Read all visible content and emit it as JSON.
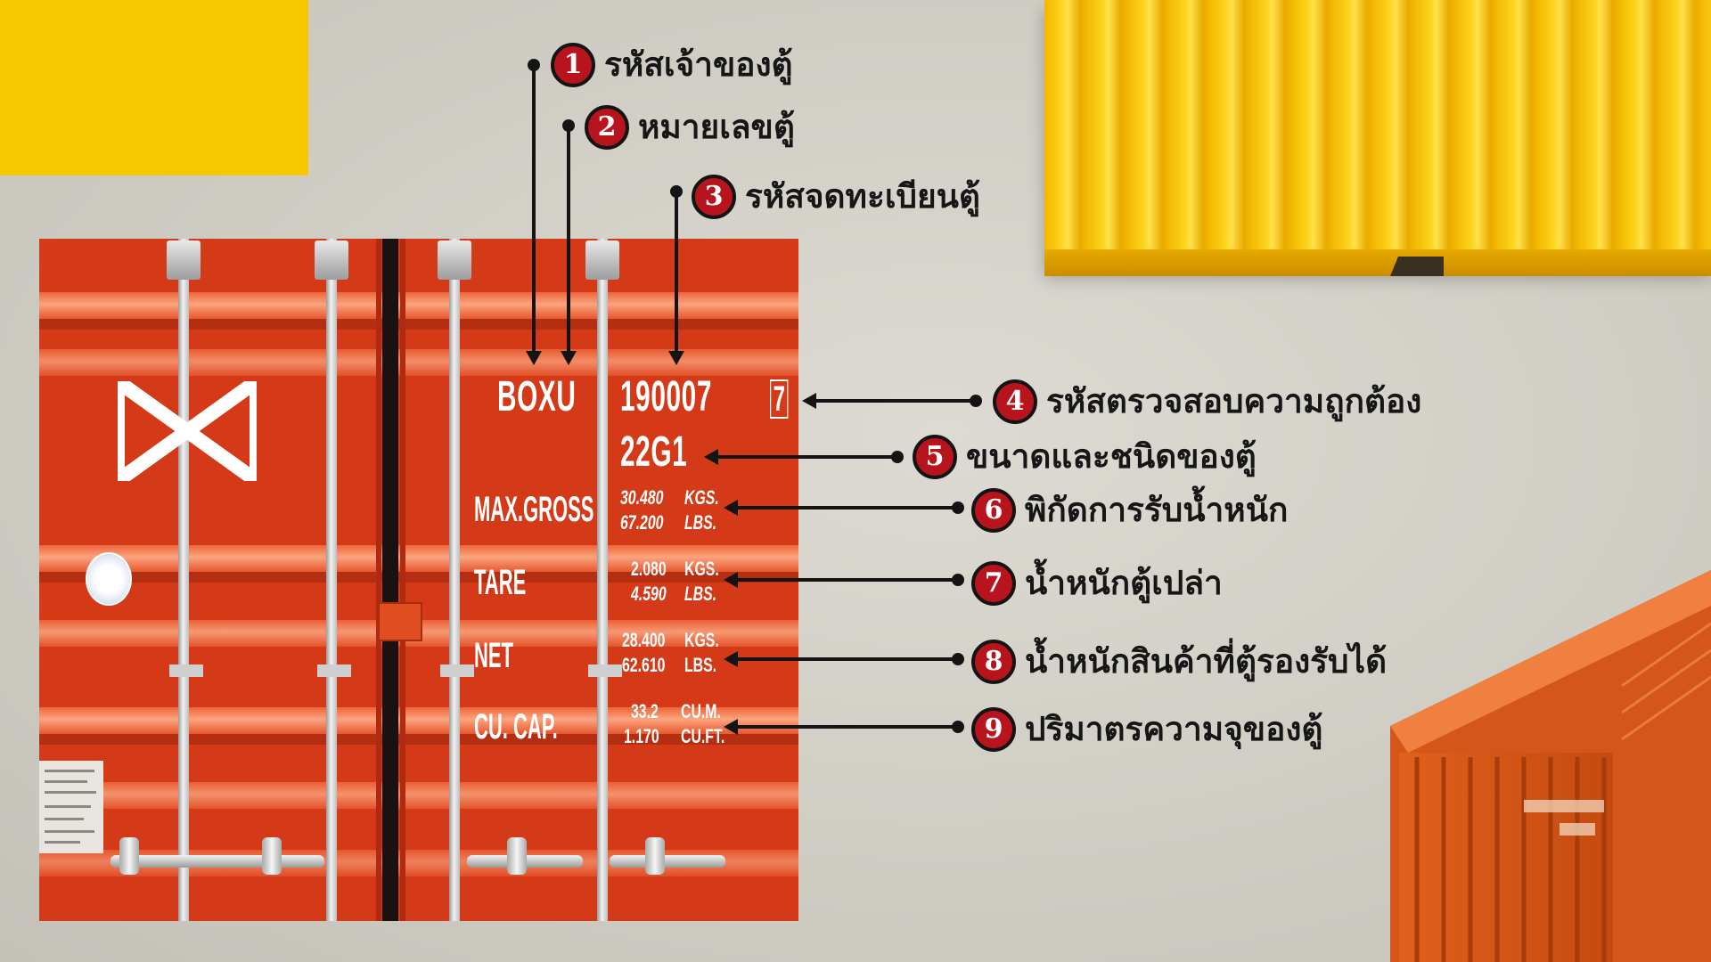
{
  "door_markings": {
    "owner_code": "BOXU",
    "serial_number": "190007",
    "check_digit": "7",
    "size_type": "22G1",
    "max_gross_label": "MAX.GROSS",
    "max_gross_kgs": "30.480",
    "max_gross_lbs": "67.200",
    "tare_label": "TARE",
    "tare_kgs": "2.080",
    "tare_lbs": "4.590",
    "net_label": "NET",
    "net_kgs": "28.400",
    "net_lbs": "62.610",
    "cu_cap_label": "CU. CAP.",
    "cu_cap_cum": "33.2",
    "cu_cap_cuft": "1.170",
    "unit_kgs": "KGS.",
    "unit_lbs": "LBS.",
    "unit_cum": "CU.M.",
    "unit_cuft": "CU.FT."
  },
  "callouts": [
    {
      "number": "1",
      "label": "รหัสเจ้าของตู้"
    },
    {
      "number": "2",
      "label": "หมายเลขตู้"
    },
    {
      "number": "3",
      "label": "รหัสจดทะเบียนตู้"
    },
    {
      "number": "4",
      "label": "รหัสตรวจสอบความถูกต้อง"
    },
    {
      "number": "5",
      "label": "ขนาดและชนิดของตู้"
    },
    {
      "number": "6",
      "label": "พิกัดการรับน้ำหนัก"
    },
    {
      "number": "7",
      "label": "น้ำหนักตู้เปล่า"
    },
    {
      "number": "8",
      "label": "น้ำหนักสินค้าที่ตู้รองรับได้"
    },
    {
      "number": "9",
      "label": "ปริมาตรความจุของตู้"
    }
  ],
  "colors": {
    "badge_fill": "#b8141e",
    "door_red": "#d53a18",
    "yellow": "#f7c800",
    "line": "#141414"
  }
}
